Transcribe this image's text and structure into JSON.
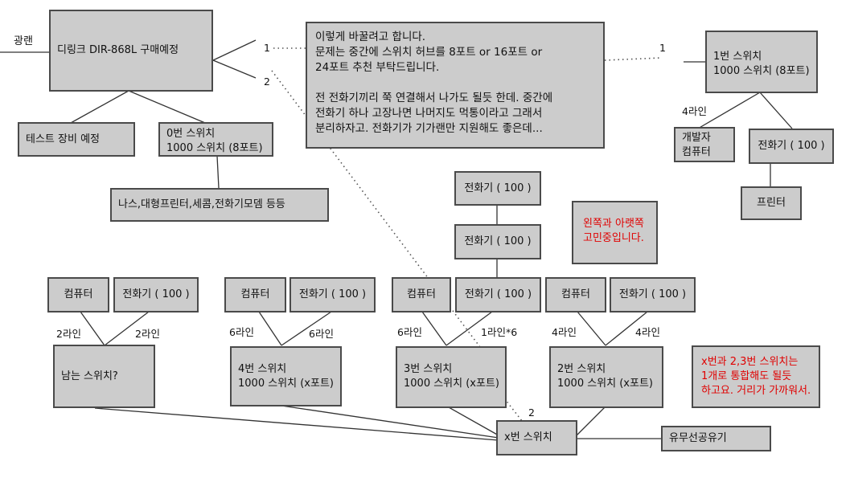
{
  "labels": {
    "gwangraen": "광랜",
    "n1_left": "1",
    "n2_left": "2",
    "n1_right": "1",
    "lines_4": "4라인",
    "lines_2a": "2라인",
    "lines_2b": "2라인",
    "lines_6a": "6라인",
    "lines_6b": "6라인",
    "lines_6c": "6라인",
    "lines_1x6": "1라인*6",
    "lines_4a": "4라인",
    "lines_4b": "4라인",
    "n2_x": "2"
  },
  "boxes": {
    "router": "디링크 DIR-868L 구매예정",
    "test": "테스트 장비 예정",
    "sw0": [
      "0번 스위치",
      "1000 스위치 (8포트)"
    ],
    "nas": "나스,대형프린터,세콤,전화기모뎀 등등",
    "sw1": [
      "1번 스위치",
      "1000 스위치 (8포트)"
    ],
    "dev": [
      "개발자",
      "컴퓨터"
    ],
    "phone_sw1": "전화기 ( 100 )",
    "printer": "프린터",
    "note_main": [
      "이렇게 바꿀려고 합니다.",
      "문제는 중간에 스위치 허브를 8포트 or 16포트 or",
      "24포트 추천 부탁드립니다.",
      "",
      "전 전화기끼리 쭉 연결해서 나가도 될듯 한데. 중간에",
      "전화기 하나 고장나면 나머지도 먹통이라고 그래서",
      "분리하자고. 전화기가 기가랜만 지원해도 좋은데..."
    ],
    "phone_top": "전화기 ( 100 )",
    "phone_mid": "전화기 ( 100 )",
    "note_red1": [
      "왼쪽과 아랫쪽",
      "고민중입니다."
    ],
    "pc_a": "컴퓨터",
    "phone_a": "전화기 ( 100 )",
    "pc_b": "컴퓨터",
    "phone_b": "전화기 ( 100 )",
    "pc_c": "컴퓨터",
    "phone_c": "전화기 ( 100 )",
    "pc_d": "컴퓨터",
    "phone_d": "전화기 ( 100 )",
    "sw_remain": "남는 스위치?",
    "sw4": [
      "4번 스위치",
      "1000 스위치 (x포트)"
    ],
    "sw3": [
      "3번 스위치",
      "1000 스위치 (x포트)"
    ],
    "sw2": [
      "2번 스위치",
      "1000 스위치 (x포트)"
    ],
    "note_red2": [
      "x번과 2,3번 스위치는",
      "1개로 통합해도 될듯",
      "하고요. 거리가 가까워서."
    ],
    "swx": "x번 스위치",
    "ap": "유무선공유기"
  },
  "colors": {
    "box_fill": "#cccccc",
    "box_border": "#4a4a4a",
    "note_red": "#e00000"
  }
}
